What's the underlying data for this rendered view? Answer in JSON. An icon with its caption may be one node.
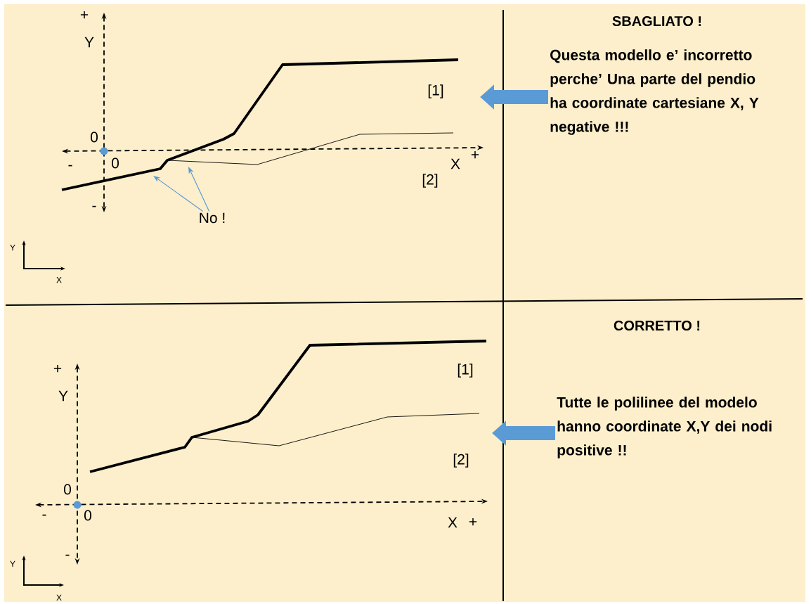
{
  "diagram": {
    "nodes": [
      {
        "text": [
          "No !"
        ]
      },
      {
        "text": [
          "Questa modello e’ incorretto perche’ Una parte del pendio ha coordinate cartesiane X, Y negative !!!"
        ]
      },
      {
        "text": [
          "Tutte le polilinee del modelo hanno coordinate X,Y dei nodi positive !!"
        ]
      }
    ],
    "edges": [
      {
        "from": 0,
        "to": null,
        "arrow": "to"
      },
      {
        "from": 0,
        "to": null,
        "arrow": "to"
      },
      {
        "from": 1,
        "to": null,
        "arrow": "to",
        "style": "thick"
      },
      {
        "from": 2,
        "to": null,
        "arrow": "to",
        "style": "thick"
      }
    ],
    "labels": [
      "+",
      "SBAGLIATO !",
      "Y",
      "[1]",
      "0",
      "-",
      "0",
      "X",
      "+",
      "[2]",
      "-",
      "Y",
      "X",
      "CORRETTO !",
      "[1]",
      "+",
      "Y",
      "[2]",
      "0",
      "-",
      "0",
      "X",
      "+",
      "-",
      "Y",
      "X"
    ]
  }
}
